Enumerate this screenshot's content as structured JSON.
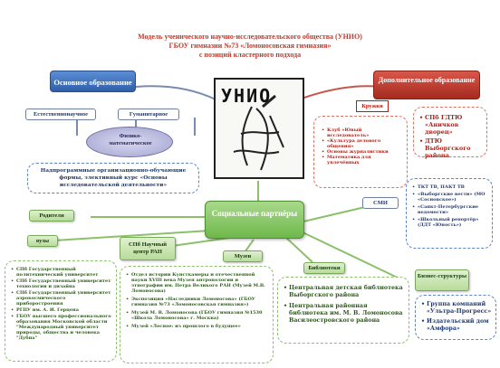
{
  "title": {
    "line1": "Модель ученического научно-исследовательского общества (УНИО)",
    "line2": "ГБОУ гимназии №73 «Ломоносовская гимназия»",
    "line3": "с позиций кластерного подхода"
  },
  "basic_education": {
    "header": "Основное образование",
    "natural_science": "Естественнонаучное",
    "humanities": "Гуманитарное",
    "physmath": "Физико-математическое",
    "courses": "Надпрограммные организационно-обучающие формы, элективный курс «Основы исследовательской деятельности»"
  },
  "center_logo": "УНИО",
  "additional_education": {
    "header": "Дополнительное образование",
    "clubs_label": "Кружки",
    "clubs": [
      "Клуб «Юный исследователь»",
      "«Культура делового общения»",
      "Основы журналистики",
      "Математика для увлечённых"
    ],
    "palaces": [
      "СПб ГДТЮ «Аничков дворец»",
      "ДТЮ Выборгского района"
    ]
  },
  "social_partners": "Социальные партнёры",
  "parents": "Родители",
  "universities_label": "вузы",
  "ran_center": "СПб Научный центр РАН",
  "museums_label": "Музеи",
  "libraries_label": "Библиотеки",
  "media_label": "СМИ",
  "business_label": "Бизнес-структуры",
  "media": [
    "ТКТ ТВ, ПАКТ ТВ",
    "«Выборгские вести» (МО «Сосновское»)",
    "«Санкт-Петербургские ведомости»",
    "«Школьный репортёр» (ДДТ «Юность»)"
  ],
  "universities": [
    "СПб Государственный политехнический университет",
    "СПб Государственный университет технологии и дизайна",
    "СПб Государственный университет аэрокосмического приборостроения",
    "РГПУ им. А. И. Герцена",
    "ГБОУ высшего профессионального образования Московской области \"Международный университет природы, общества и человека \"Дубна\""
  ],
  "museums": [
    "Отдел истории Кунсткамеры и отечественной науки XVIII века Музея антропологии и этнографии им. Петра Великого РАН (Музей М.В. Ломоносова)",
    "Экспозиция «Наследники Ломоносова» (ГБОУ гимназия №73 «Ломоносовская гимназия»)",
    "Музей М. В. Ломоносова (ГБОУ гимназия №1530 «Школа Ломоносова» г. Москва)",
    "Музей «Лесное: из прошлого в будущее»"
  ],
  "libraries": [
    "Центральная детская библиотека Выборгского района",
    "Центральная районная библиотека им. М. В. Ломоносова Василеостровского района"
  ],
  "business": [
    "Группа компаний «Ультра-Прогресс»",
    "Издательский дом «Амфора»"
  ]
}
